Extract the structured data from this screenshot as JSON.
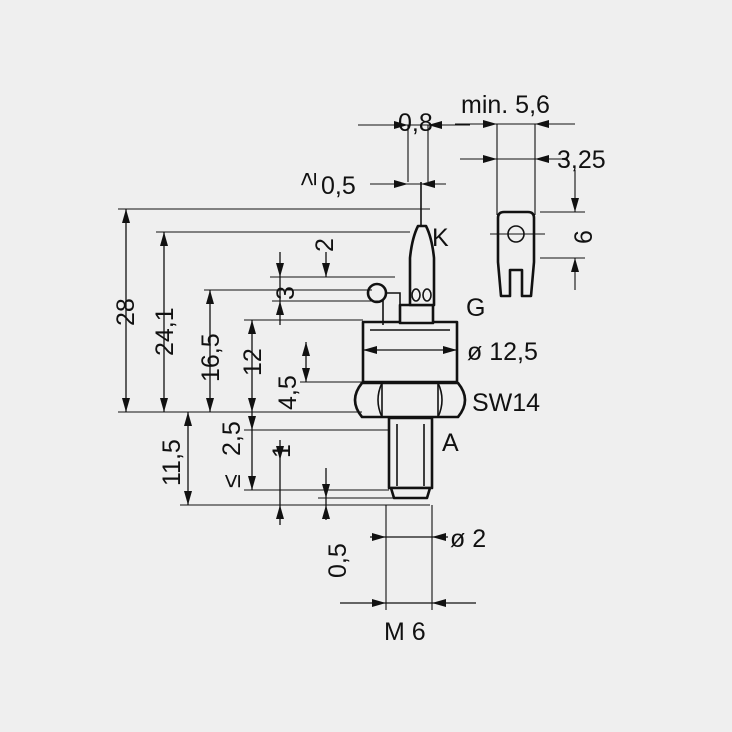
{
  "labels": {
    "d_0_8": "0,8",
    "min_5_6": "min. 5,6",
    "d_3_25": "3,25",
    "d_0_5_top": "0,5",
    "ge_sign": "≥",
    "d_6": "6",
    "terminal_k": "K",
    "d_2_small": "2",
    "d_3": "3",
    "terminal_g": "G",
    "d_28": "28",
    "d_24_1": "24,1",
    "d_16_5": "16,5",
    "d_12": "12",
    "d_4_5": "4,5",
    "dia_12_5": "ø 12,5",
    "sw14": "SW14",
    "d_11_5": "11,5",
    "d_2_5": "2,5",
    "le_sign": "≤",
    "d_1": "1",
    "terminal_a": "A",
    "d_0_5_bottom": "0,5",
    "dia_2": "ø 2",
    "m6": "M 6"
  },
  "colors": {
    "background": "#efefef",
    "ink": "#111111"
  }
}
